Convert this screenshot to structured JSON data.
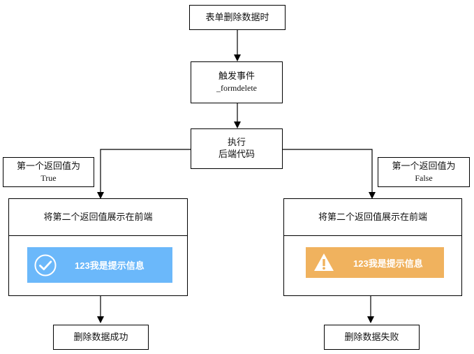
{
  "nodes": {
    "start": {
      "text": "表单删除数据时"
    },
    "trigger": {
      "line1": "触发事件",
      "line2": "_formdelete"
    },
    "execute": {
      "line1": "执行",
      "line2": "后端代码"
    },
    "left_condition": {
      "line1": "第一个返回值为",
      "line2": "True"
    },
    "right_condition": {
      "line1": "第一个返回值为",
      "line2": "False"
    },
    "left_panel": {
      "title": "将第二个返回值展示在前端",
      "toast_text": "123我是提示信息",
      "toast_color": "#6BB8FA",
      "icon": "check-circle-icon"
    },
    "right_panel": {
      "title": "将第二个返回值展示在前端",
      "toast_text": "123我是提示信息",
      "toast_color": "#F0B25E",
      "icon": "warning-triangle-icon"
    },
    "left_result": {
      "text": "删除数据成功"
    },
    "right_result": {
      "text": "删除数据失败"
    }
  }
}
